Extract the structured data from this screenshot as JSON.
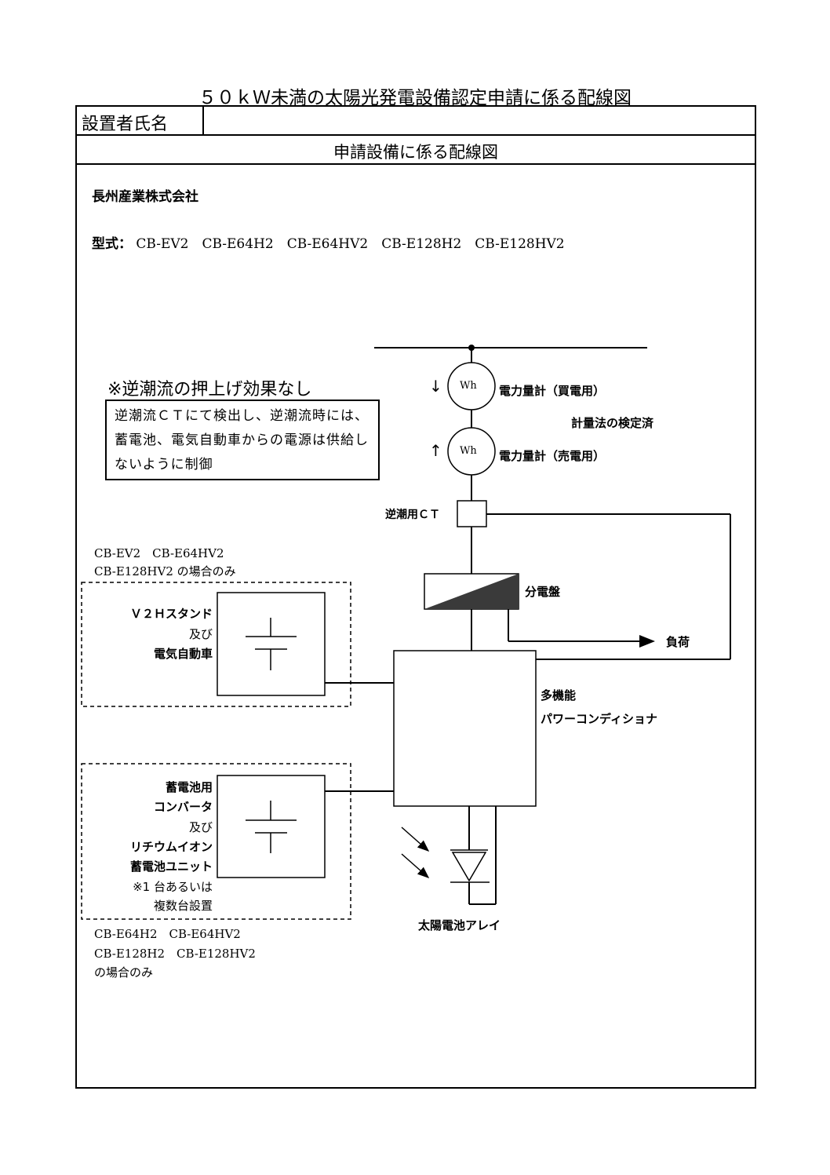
{
  "title": "５０ｋＷ未満の太陽光発電設備認定申請に係る配線図",
  "installer_label": "設置者氏名",
  "installer_value": "",
  "section_title": "申請設備に係る配線図",
  "company": "長州産業株式会社",
  "models_label": "型式：",
  "models": "CB-EV2　CB-E64H2　CB-E64HV2　CB-E128H2　CB-E128HV2",
  "note": {
    "heading": "※逆潮流の押上げ効果なし",
    "body": "逆潮流ＣＴにて検出し、逆潮流時には、蓄電池、電気自動車からの電源は供給しないように制御"
  },
  "meters": {
    "symbol": "Wh",
    "buy_arrow": "↓",
    "sell_arrow": "↑",
    "buy_label": "電力量計（買電用）",
    "sell_label": "電力量計（売電用）",
    "certified": "計量法の検定済"
  },
  "ct_label": "逆潮用ＣＴ",
  "panel_label": "分電盤",
  "load_label": "負荷",
  "pcs_label_1": "多機能",
  "pcs_label_2": "パワーコンディショナ",
  "solar_label": "太陽電池アレイ",
  "v2h": {
    "caption_1": "CB-EV2　CB-E64HV2",
    "caption_2": "CB-E128HV2 の場合のみ",
    "name_1": "Ｖ２Ｈスタンド",
    "and": "及び",
    "name_2": "電気自動車"
  },
  "battery": {
    "name_1": "蓄電池用",
    "name_2": "コンバータ",
    "and": "及び",
    "name_3": "リチウムイオン",
    "name_4": "蓄電池ユニット",
    "note_1": "※1 台あるいは",
    "note_2": "複数台設置",
    "caption_1": "CB-E64H2　CB-E64HV2",
    "caption_2": "CB-E128H2　CB-E128HV2",
    "caption_3": "の場合のみ"
  }
}
